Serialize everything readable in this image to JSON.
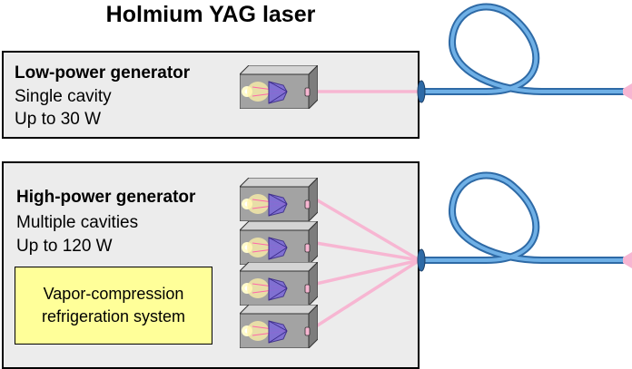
{
  "title": "Holmium YAG laser",
  "low_power": {
    "heading": "Low-power generator",
    "line1": "Single cavity",
    "line2": "Up to 30 W"
  },
  "high_power": {
    "heading": "High-power generator",
    "line1": "Multiple cavities",
    "line2": "Up to 120 W",
    "refrigeration_line1": "Vapor-compression",
    "refrigeration_line2": "refrigeration system"
  },
  "colors": {
    "panel": "#ececec",
    "refrigeration_box": "#ffff99",
    "beam": "#f7b6d2",
    "fiber": "#5b9bd5",
    "cavity_box": "#9a9a9a",
    "crystal": "#6c5ce7"
  },
  "icons": [
    "laser-cavity-icon",
    "optical-fiber-icon",
    "fiber-coupler-icon",
    "laser-beam-icon"
  ]
}
